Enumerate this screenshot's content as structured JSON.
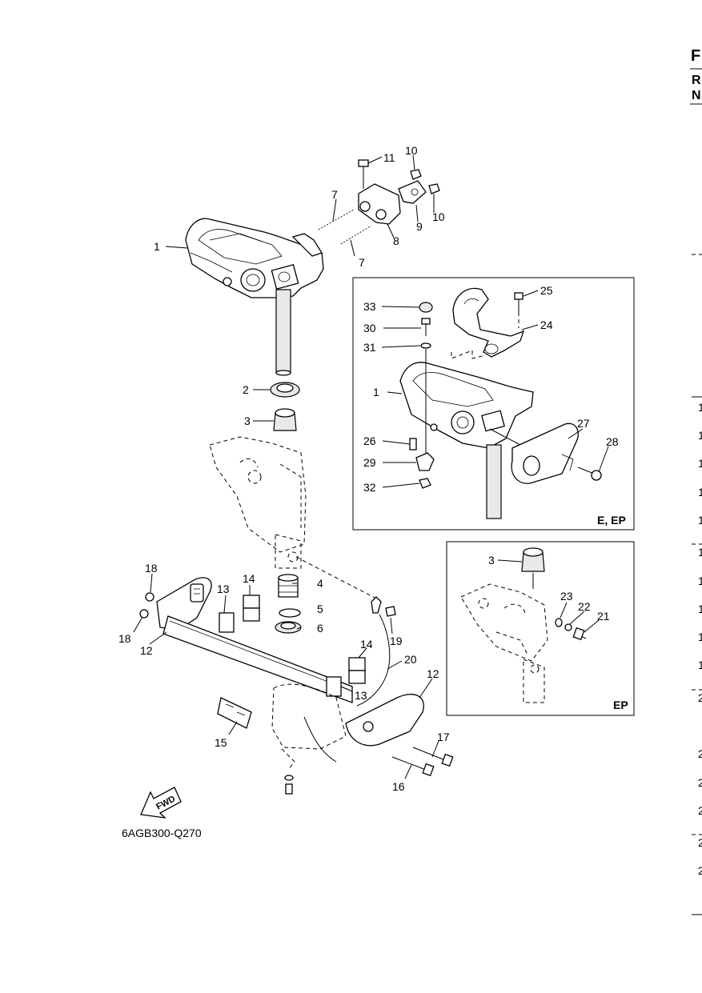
{
  "diagram": {
    "code": "6AGB300-Q270",
    "fwd_label": "FWD",
    "inset_labels": [
      "E, EP",
      "EP"
    ]
  },
  "callouts": [
    "1",
    "2",
    "3",
    "4",
    "5",
    "6",
    "7",
    "8",
    "9",
    "10",
    "11",
    "12",
    "13",
    "14",
    "15",
    "16",
    "17",
    "18",
    "19",
    "20",
    "21",
    "22",
    "23",
    "24",
    "25",
    "26",
    "27",
    "28",
    "29",
    "30",
    "31",
    "32",
    "33"
  ],
  "right_edge": {
    "header": [
      "F",
      "R",
      "N"
    ],
    "rows": [
      "1",
      "1",
      "1",
      "1",
      "1",
      "1",
      "1",
      "1",
      "1",
      "1",
      "2",
      "2",
      "2",
      "2",
      "2",
      "2"
    ]
  }
}
